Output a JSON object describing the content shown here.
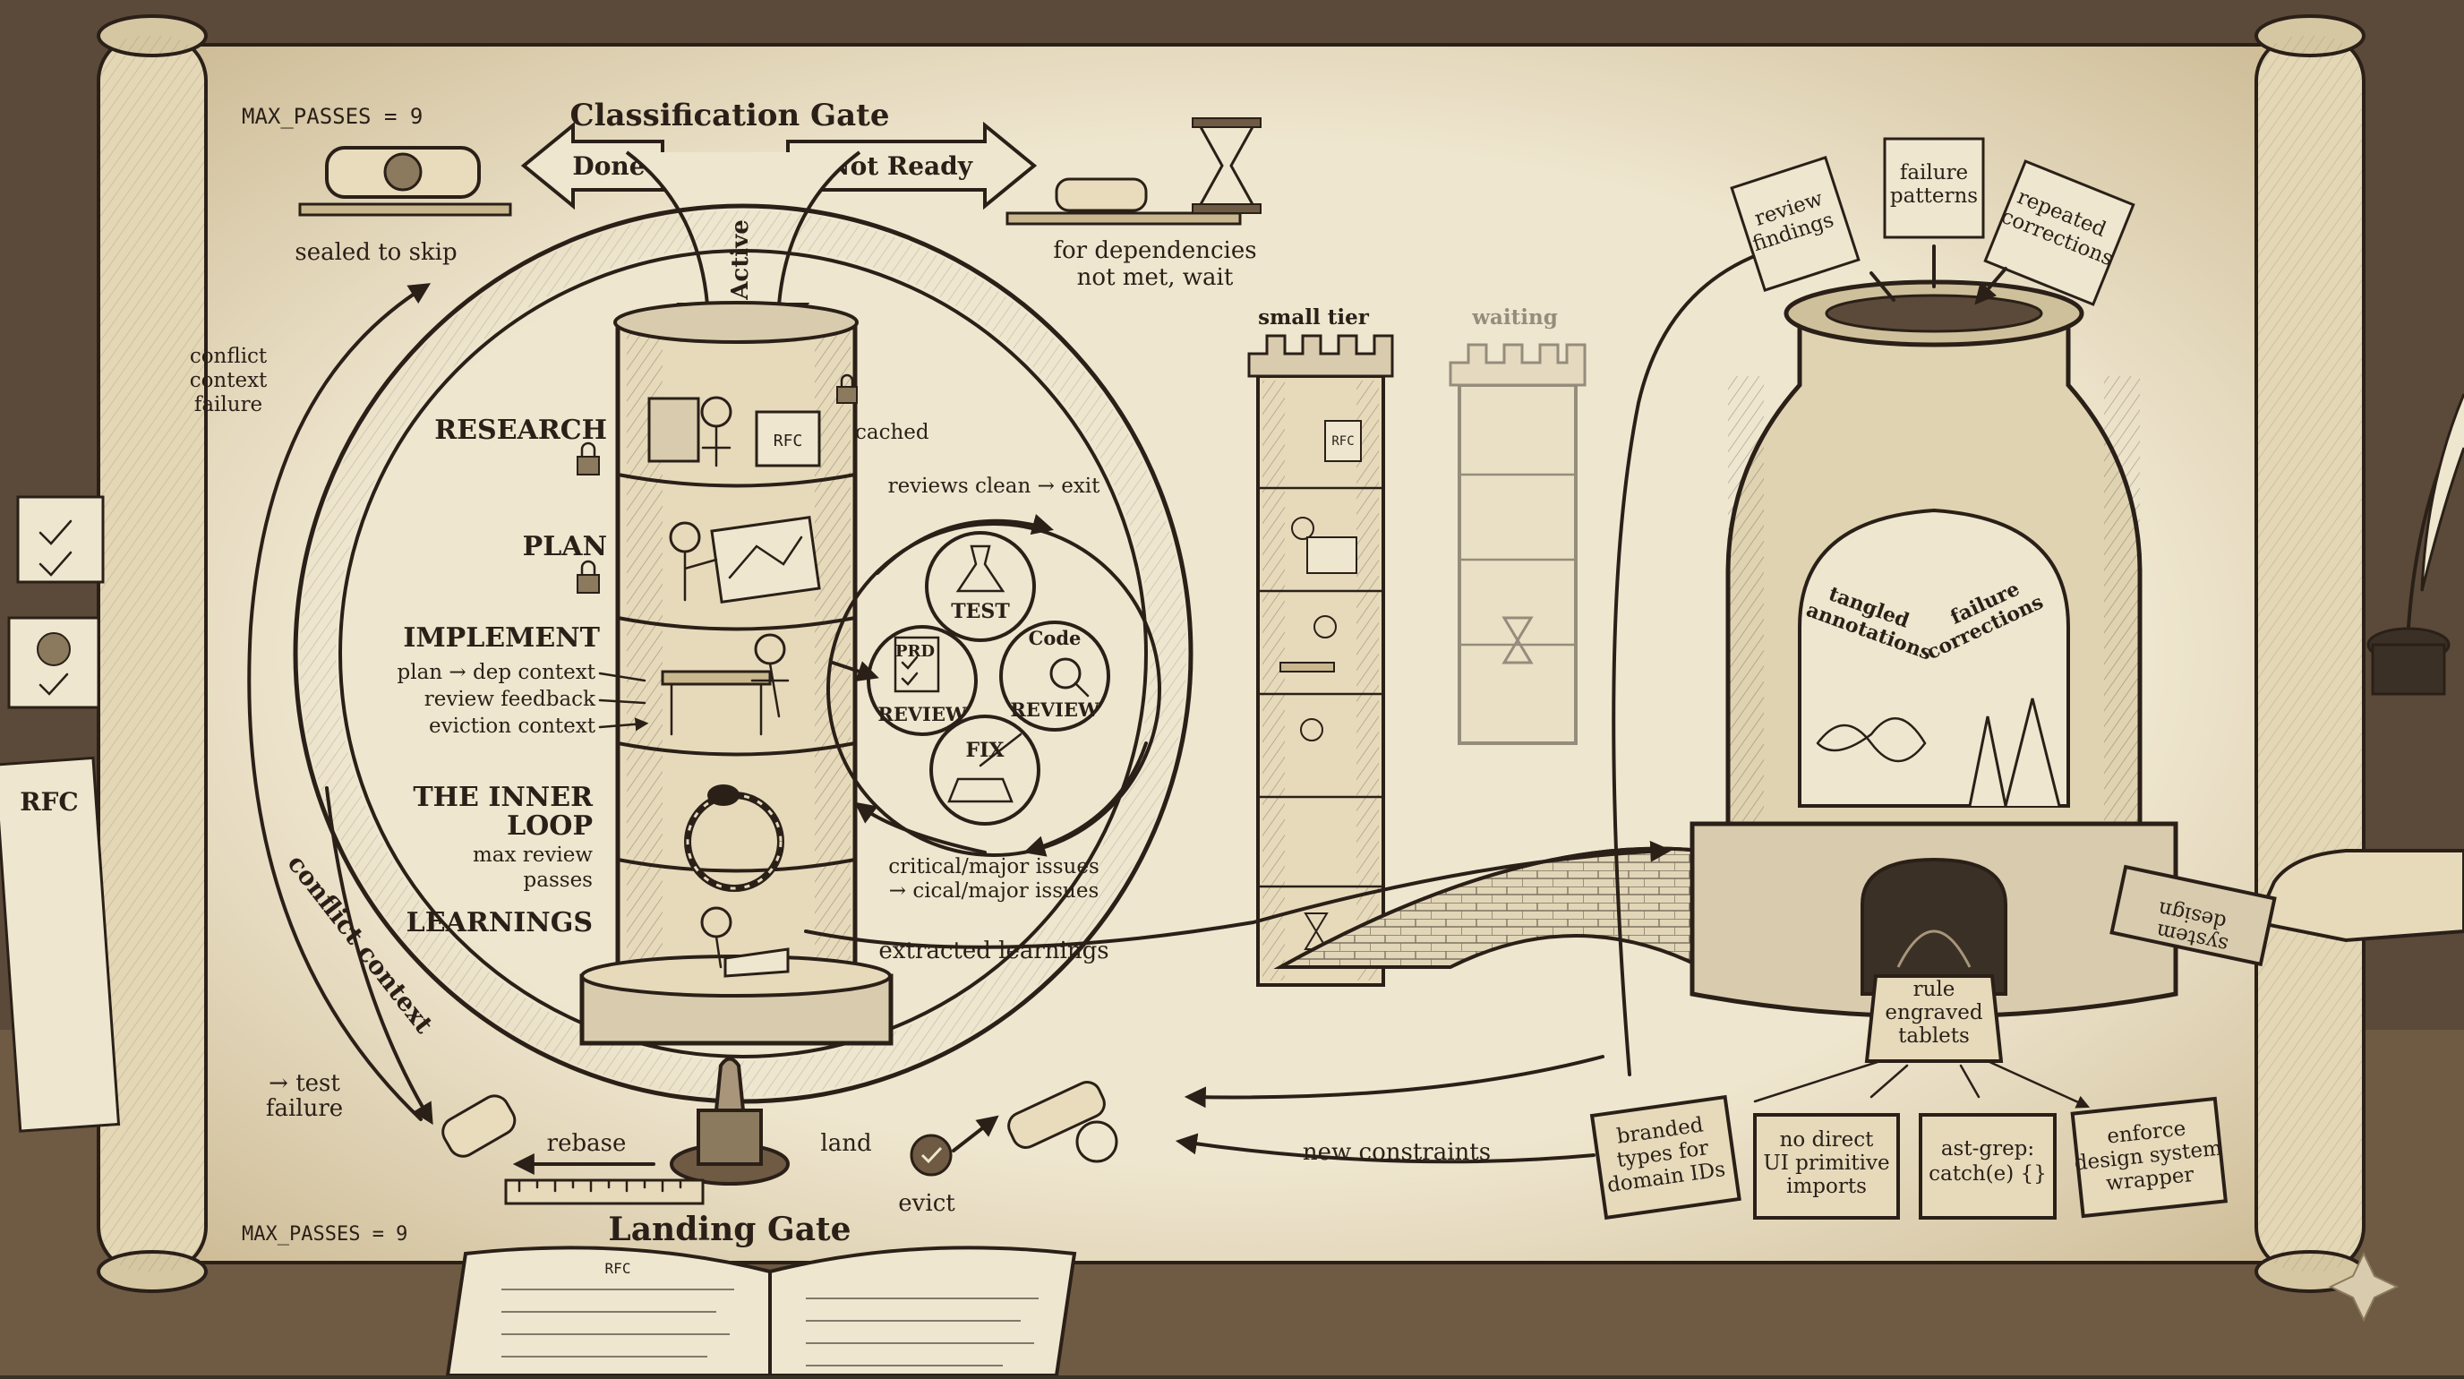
{
  "palette": {
    "parchment": "#efe6cf",
    "ink": "#2a2018",
    "wood": "#6f5a43",
    "shade": "#d9ccae"
  },
  "header": {
    "max_passes_top": "MAX_PASSES = 9",
    "classification_gate": "Classification Gate",
    "done": "Done",
    "not_ready": "Not Ready",
    "active": "Active",
    "sealed_to_skip": "sealed to skip",
    "for_deps_1": "for dependencies",
    "for_deps_2": "not met, wait"
  },
  "left_notes": {
    "conflict_1": "conflict",
    "conflict_2": "context",
    "conflict_3": "failure",
    "conflict_context": "conflict context",
    "test_1": "→ test",
    "test_2": "failure",
    "side_rfc": "RFC"
  },
  "tower": {
    "research": "RESEARCH",
    "plan": "PLAN",
    "implement": "IMPLEMENT",
    "impl_inputs": [
      "plan → dep context",
      "review feedback",
      "eviction context"
    ],
    "inner_loop_1": "THE INNER",
    "inner_loop_2": "LOOP",
    "inner_loop_3": "max review",
    "inner_loop_4": "passes",
    "learnings": "LEARNINGS",
    "cached": "cached",
    "rfc_book": "RFC"
  },
  "inner_loop": {
    "reviews_clean": "reviews clean → exit",
    "test": "TEST",
    "prd": "PRD",
    "review_left": "REVIEW",
    "code": "Code",
    "review_right": "REVIEW",
    "fix": "FIX",
    "critical_1": "critical/major issues",
    "critical_2": "→ cical/major issues"
  },
  "towers_mid": {
    "small_tier": "small tier",
    "waiting": "waiting",
    "rfc_small": "RFC"
  },
  "flows": {
    "extracted_learnings": "extracted learnings",
    "new_constraints": "new constraints",
    "rebase": "rebase",
    "land": "land",
    "evict": "evict",
    "landing_gate": "Landing Gate",
    "max_passes_bottom": "MAX_PASSES = 9"
  },
  "kiln": {
    "scroll_1": [
      "review",
      "findings"
    ],
    "scroll_2": [
      "failure",
      "patterns"
    ],
    "scroll_3": [
      "repeated",
      "corrections"
    ],
    "inside_1": [
      "tangled",
      "annotations"
    ],
    "inside_2": [
      "failure",
      "corrections"
    ],
    "tablet_center": [
      "rule",
      "engraved",
      "tablets"
    ],
    "hand_card": [
      "design",
      "system"
    ]
  },
  "tablets": [
    [
      "branded",
      "types for",
      "domain IDs"
    ],
    [
      "no direct",
      "UI primitive",
      "imports"
    ],
    [
      "ast-grep:",
      "catch(e) {}"
    ],
    [
      "enforce",
      "design system",
      "wrapper"
    ]
  ],
  "book": {
    "rfc": "RFC"
  }
}
